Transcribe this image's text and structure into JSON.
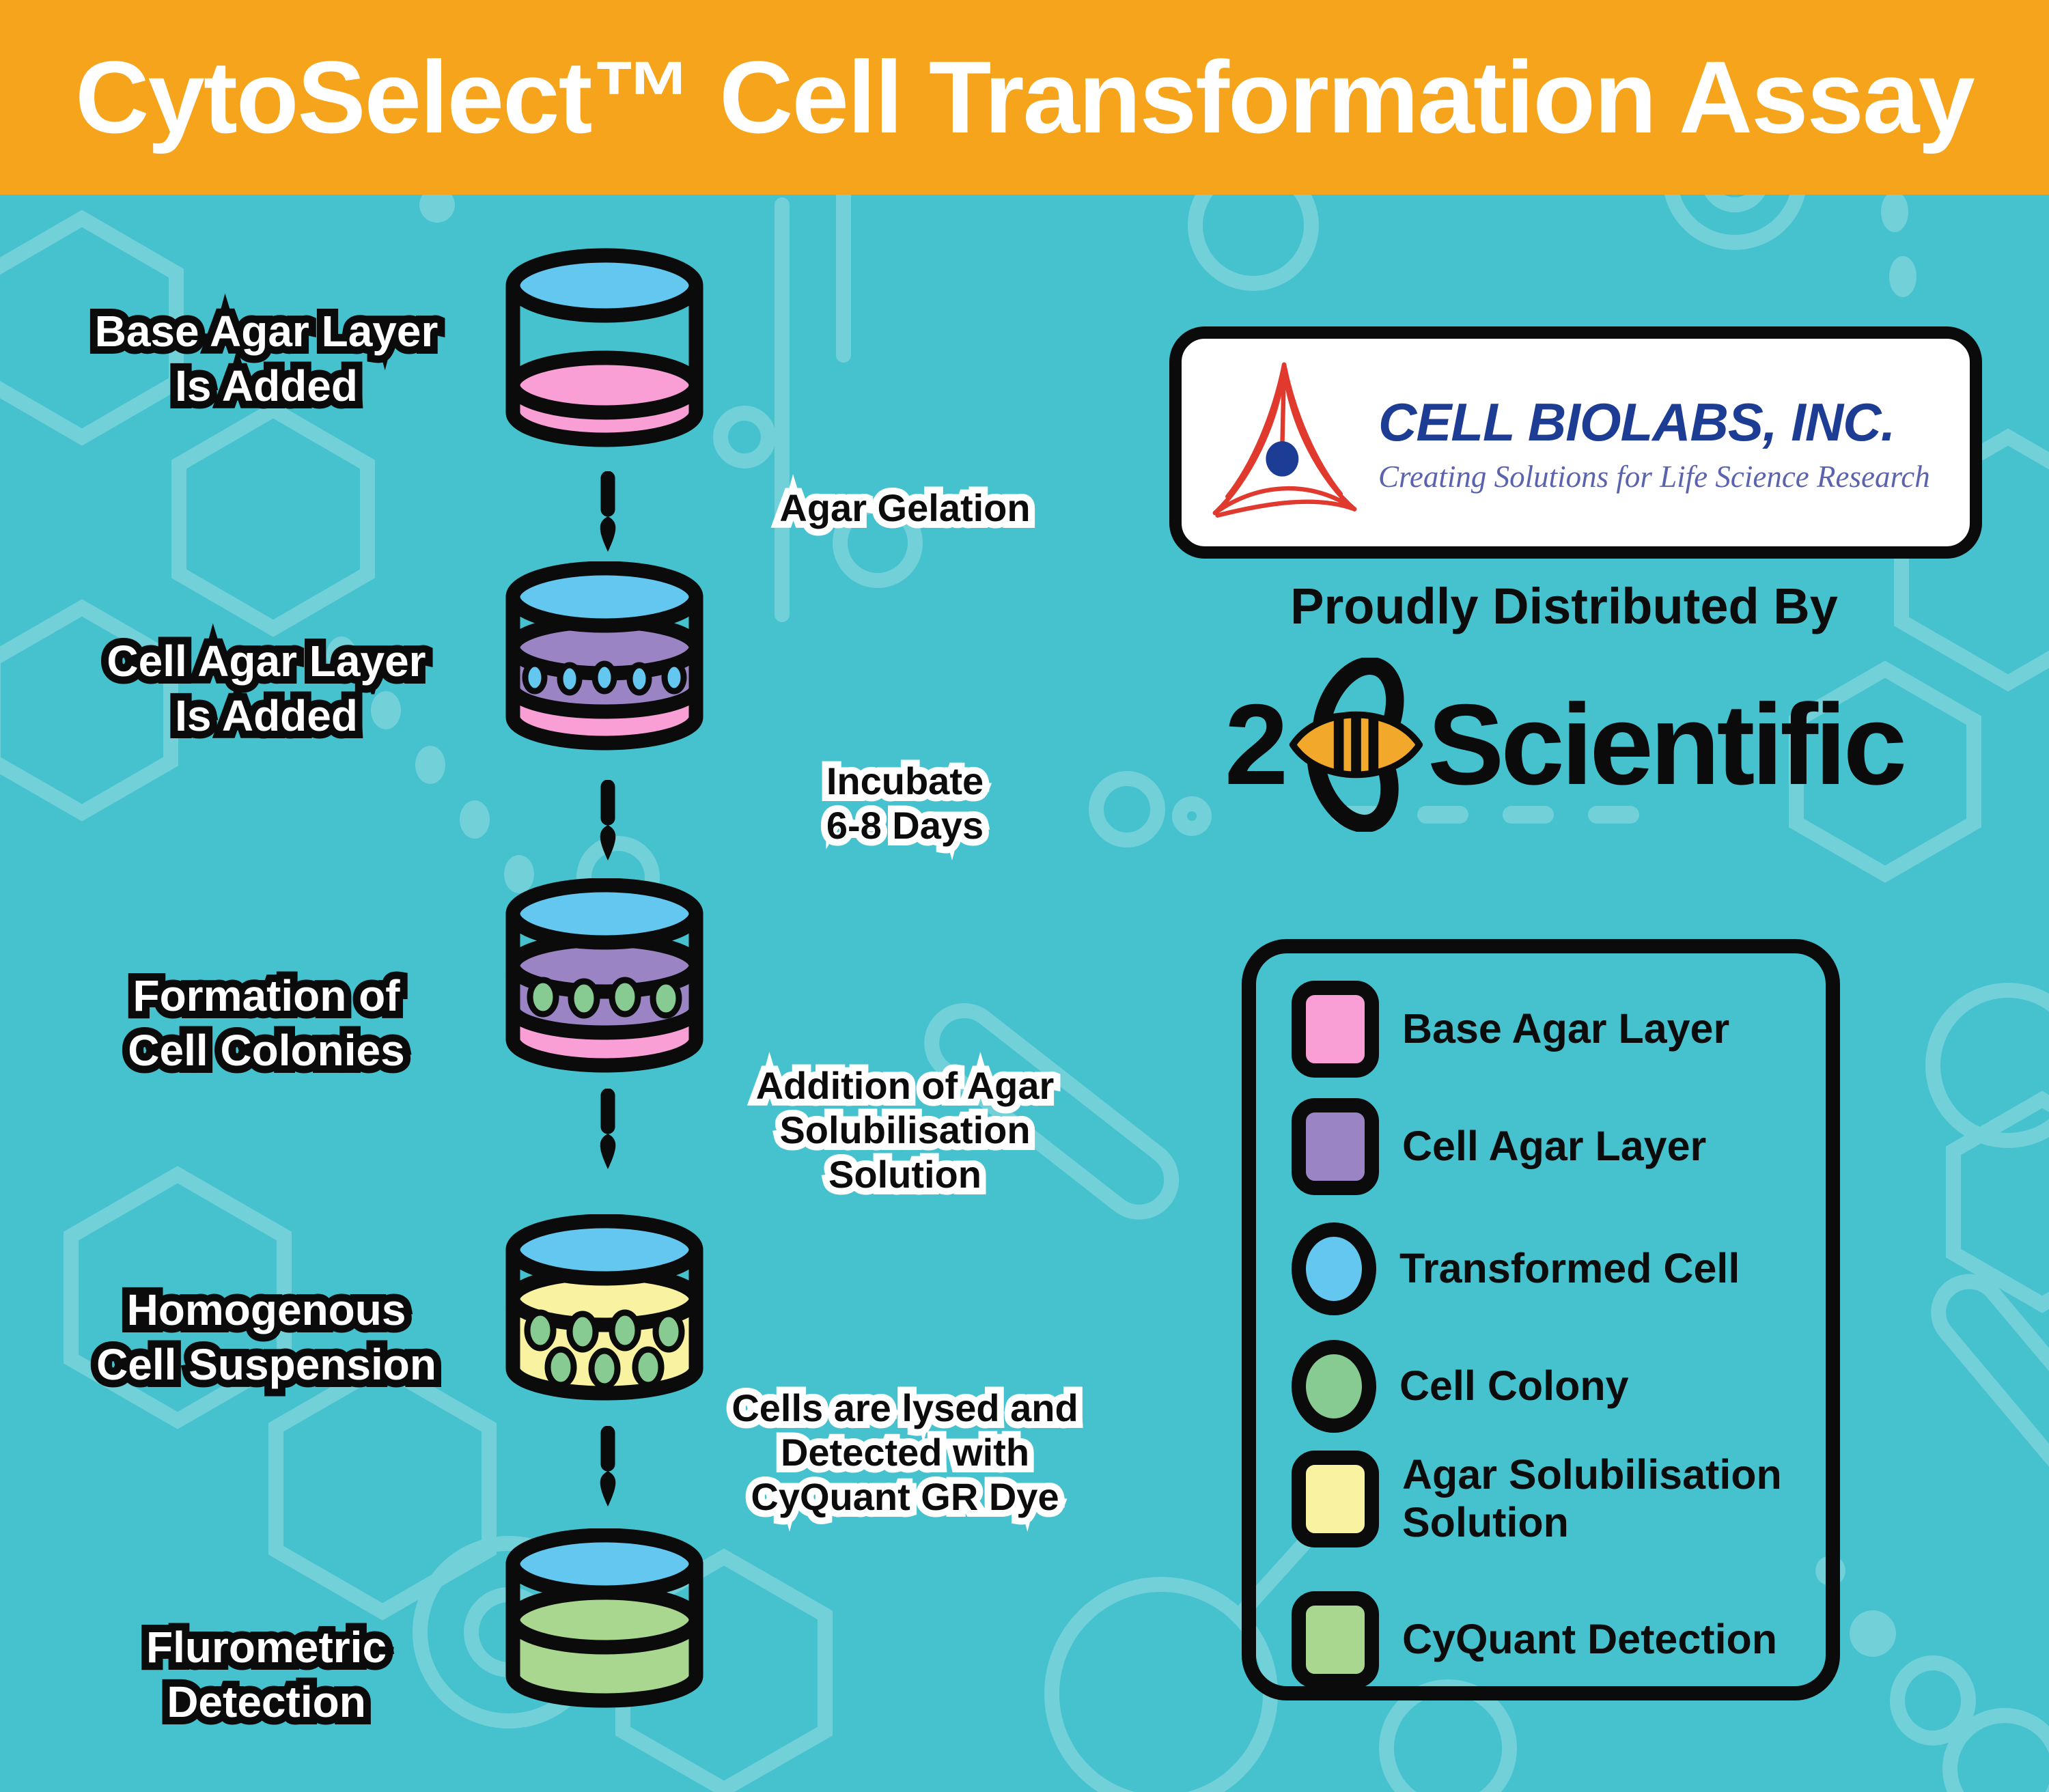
{
  "colors": {
    "teal": "#46C1CE",
    "orange": "#F6A41C",
    "ink": "#0B0B0B",
    "pink": "#FA9FD6",
    "purple": "#9B84C3",
    "blue": "#64C7F0",
    "green": "#88CB92",
    "yellow": "#F9F3A1",
    "lightgreen": "#A9D78F",
    "navy": "#1D3C93",
    "slate": "#5C63AD",
    "red": "#E0392E",
    "bee": "#F2A82B"
  },
  "header": {
    "title": "CytoSelect™ Cell Transformation Assay"
  },
  "flow": {
    "steps": [
      {
        "label_lines": [
          "Base Agar Layer",
          "Is Added"
        ]
      },
      {
        "label_lines": [
          "Cell Agar Layer",
          "Is Added"
        ]
      },
      {
        "label_lines": [
          "Formation of",
          "Cell Colonies"
        ]
      },
      {
        "label_lines": [
          "Homogenous",
          "Cell Suspension"
        ]
      },
      {
        "label_lines": [
          "Flurometric",
          "Detection"
        ]
      }
    ],
    "transitions": [
      {
        "lines": [
          "Agar Gelation"
        ]
      },
      {
        "lines": [
          "Incubate",
          "6-8 Days"
        ]
      },
      {
        "lines": [
          "Addition of Agar",
          "Solubilisation",
          "Solution"
        ]
      },
      {
        "lines": [
          "Cells are lysed and",
          "Detected with",
          "CyQuant GR Dye"
        ]
      }
    ]
  },
  "biolabs": {
    "name": "CELL BIOLABS, INC.",
    "tagline": "Creating Solutions for Life Science Research"
  },
  "distributor": {
    "heading": "Proudly Distributed By",
    "brand_prefix": "2",
    "brand_suffix": "Scientific"
  },
  "legend": {
    "items": [
      {
        "swatch": "pink-square",
        "label_lines": [
          "Base Agar Layer"
        ]
      },
      {
        "swatch": "purple-square",
        "label_lines": [
          "Cell Agar Layer"
        ]
      },
      {
        "swatch": "blue-circle",
        "label_lines": [
          "Transformed Cell"
        ]
      },
      {
        "swatch": "green-circle",
        "label_lines": [
          "Cell Colony"
        ]
      },
      {
        "swatch": "yellow-square",
        "label_lines": [
          "Agar Solubilisation",
          "Solution"
        ]
      },
      {
        "swatch": "lightgreen-square",
        "label_lines": [
          "CyQuant Detection"
        ]
      }
    ]
  }
}
